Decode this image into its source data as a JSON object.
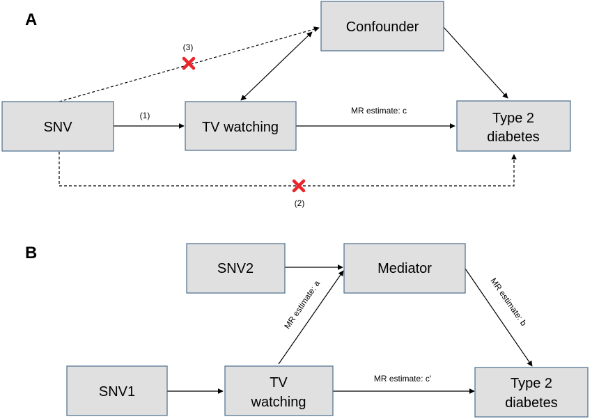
{
  "panels": {
    "a": {
      "label": "A"
    },
    "b": {
      "label": "B"
    }
  },
  "nodes": {
    "confounder": {
      "lines": [
        "Confounder"
      ]
    },
    "snv": {
      "lines": [
        "SNV"
      ]
    },
    "tv_a": {
      "lines": [
        "TV watching"
      ]
    },
    "t2d_a": {
      "lines": [
        "Type 2",
        "diabetes"
      ]
    },
    "snv2": {
      "lines": [
        "SNV2"
      ]
    },
    "mediator": {
      "lines": [
        "Mediator"
      ]
    },
    "snv1": {
      "lines": [
        "SNV1"
      ]
    },
    "tv_b": {
      "lines": [
        "TV",
        "watching"
      ]
    },
    "t2d_b": {
      "lines": [
        "Type 2",
        "diabetes"
      ]
    }
  },
  "edges": {
    "snv_to_tv": {
      "label": "(1)"
    },
    "tv_to_t2d": {
      "label": "MR estimate: c"
    },
    "snv_to_t2d_dashed": {
      "label": "(2)",
      "blocked": true
    },
    "snv_to_confounder_dashed": {
      "label": "(3)",
      "blocked": true
    },
    "confounder_tv": {
      "label": ""
    },
    "confounder_to_t2d": {
      "label": ""
    },
    "snv2_to_mediator": {
      "label": ""
    },
    "tv_to_mediator": {
      "label": "MR estimate: a"
    },
    "mediator_to_t2d": {
      "label": "MR estimate: b"
    },
    "snv1_to_tv": {
      "label": ""
    },
    "tv_to_t2d_b": {
      "label": "MR estimate: c'"
    }
  },
  "colors": {
    "node_fill": "#e0e0e0",
    "node_border": "#4a6c8c",
    "block_mark": "#e8262b",
    "line": "#000000"
  }
}
